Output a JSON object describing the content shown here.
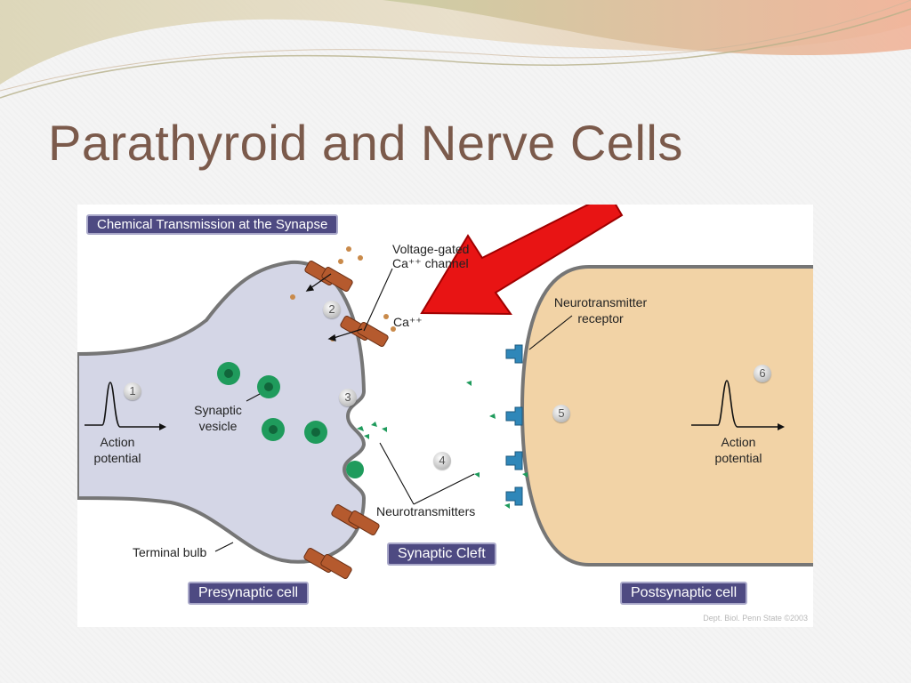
{
  "slide": {
    "title": "Parathyroid and Nerve Cells"
  },
  "figure": {
    "heading": "Chemical Transmission at the Synapse",
    "labels": {
      "voltage_gated_1": "Voltage-gated",
      "voltage_gated_2": "Ca⁺⁺ channel",
      "ca_ions": "Ca⁺⁺",
      "neurotransmitter_receptor_1": "Neurotransmitter",
      "neurotransmitter_receptor_2": "receptor",
      "synaptic_vesicle_1": "Synaptic",
      "synaptic_vesicle_2": "vesicle",
      "action_potential_pre_1": "Action",
      "action_potential_pre_2": "potential",
      "action_potential_post_1": "Action",
      "action_potential_post_2": "potential",
      "neurotransmitters": "Neurotransmitters",
      "terminal_bulb": "Terminal bulb"
    },
    "pills": {
      "synaptic_cleft": "Synaptic Cleft",
      "presynaptic_cell": "Presynaptic cell",
      "postsynaptic_cell": "Postsynaptic cell"
    },
    "steps": [
      "1",
      "2",
      "3",
      "4",
      "5",
      "6"
    ],
    "credit": "Dept. Biol. Penn State ©2003",
    "colors": {
      "presynaptic_fill": "#d4d6e6",
      "postsynaptic_fill": "#f2d3a6",
      "channel": "#b55a2e",
      "vesicle": "#1f9b5c",
      "receptor": "#2f87b9",
      "arrow": "#e81414",
      "pill": "#4e4a82"
    },
    "icons": [
      "red-arrow-icon",
      "spike-waveform-icon",
      "ca-channel-icon",
      "receptor-icon",
      "vesicle-icon"
    ]
  }
}
